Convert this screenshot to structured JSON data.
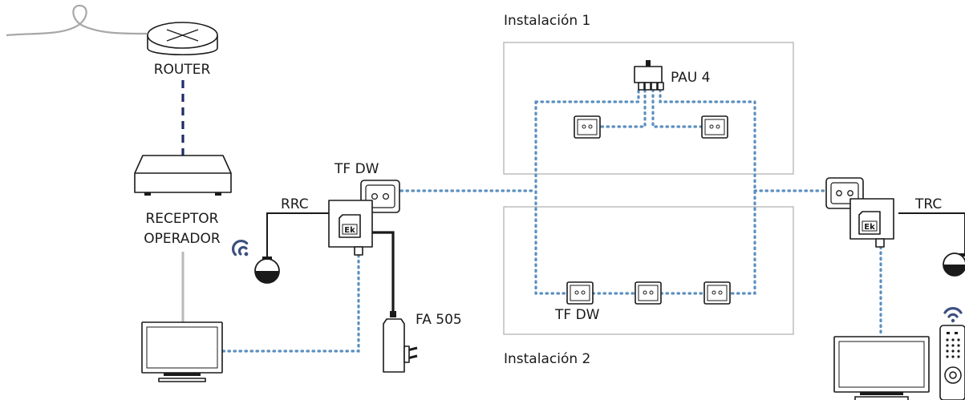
{
  "labels": {
    "router": "ROUTER",
    "receptor_line1": "RECEPTOR",
    "receptor_line2": "OPERADOR",
    "tfdw_top": "TF DW",
    "rrc": "RRC",
    "fa505": "FA 505",
    "instalacion1": "Instalación 1",
    "instalacion2": "Instalación 2",
    "pau4": "PAU 4",
    "tfdw_bottom": "TF DW",
    "trc": "TRC",
    "ek_left": "Ek",
    "ek_right": "Ek"
  },
  "colors": {
    "coax_line": "#5b8fbf",
    "ethernet_line": "#1f2a66",
    "wifi_icon": "#3c4f80",
    "device_stroke": "#1a1a1a",
    "box_border": "#b8b8b8"
  },
  "icons": {
    "router": "router-icon",
    "receiver": "set-top-box-icon",
    "tv_left": "tv-icon",
    "tv_right": "tv-icon",
    "wifi_left": "wifi-icon",
    "wifi_right": "wifi-icon",
    "remote": "remote-control-icon",
    "ir_eye_left": "ir-receiver-icon",
    "ir_eye_right": "ir-receiver-icon",
    "power_supply": "power-adapter-icon",
    "pau": "pau-splitter-icon"
  }
}
